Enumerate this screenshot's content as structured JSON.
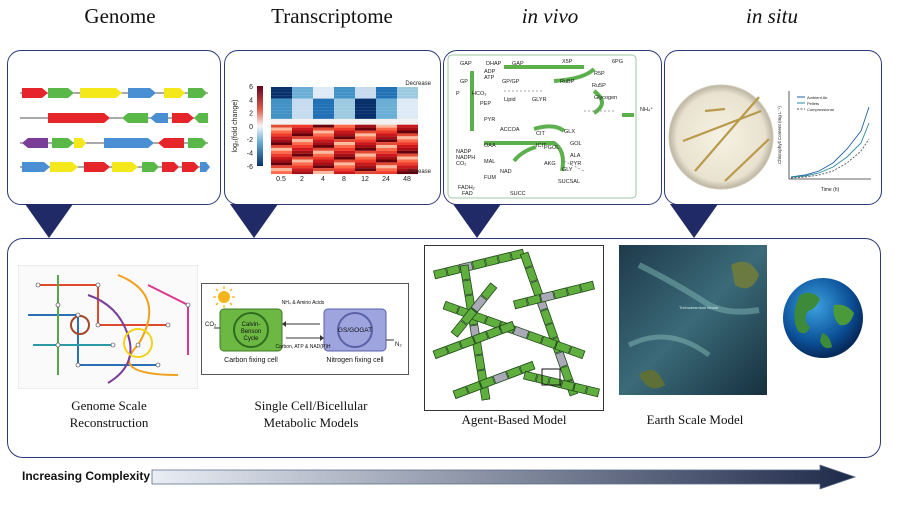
{
  "headers": {
    "genome": "Genome",
    "transcriptome": "Transcriptome",
    "in_vivo": "in vivo",
    "in_situ": "in situ"
  },
  "heatmap": {
    "y_label": "log₂(fold change)",
    "y_ticks": [
      "6",
      "4",
      "2",
      "0",
      "-2",
      "-4",
      "-6"
    ],
    "x_ticks": [
      "0.5",
      "2",
      "4",
      "8",
      "12",
      "24",
      "48"
    ],
    "decrease": "Decrease",
    "increase": "Increase"
  },
  "insitu_plot": {
    "ylabel": "Chlorophyll Content (mg L⁻¹)",
    "xlabel": "Time (h)",
    "legend": [
      "Ambient Air",
      "Pellets",
      "Compressional"
    ]
  },
  "pathway_labels": [
    "GAP",
    "DHAP",
    "GAP",
    "X5P",
    "6PG",
    "R5P",
    "ADP",
    "ATP",
    "GP",
    "GP/GP",
    "RuBP",
    "Ru5P",
    "P",
    "HCO₃",
    "PEP",
    "Lipid",
    "GLYR",
    "Glycogen",
    "PYR",
    "ACCOA",
    "CIT",
    "NH₄⁺",
    "OAA",
    "ICIT",
    "GLX",
    "GOL",
    "PGOL",
    "ALA",
    "PYR",
    "GLY",
    "MAL",
    "AKG",
    "FUM",
    "SUCSAL",
    "SUCC",
    "NADP",
    "NADPH",
    "CO₂",
    "FADH₂",
    "FAD",
    "NAD"
  ],
  "bicell": {
    "left_cycle": "Calvin-Benson Cycle",
    "right_cycle": "GS/GOGAT",
    "left_cell": "Carbon fixing cell",
    "right_cell": "Nitrogen fixing cell",
    "co2": "CO₂",
    "n2": "N₂",
    "top_label": "NH₄ & Amino Acids",
    "bottom_label": "Carbon, ATP & NAD(P)H"
  },
  "earth_label": "Trichodesmium bloom",
  "captions": {
    "genome_scale": "Genome Scale Reconstruction",
    "single_cell": "Single Cell/Bicellular Metabolic Models",
    "agent_based": "Agent-Based Model",
    "earth_scale": "Earth Scale Model"
  },
  "complexity_label": "Increasing Complexity"
}
